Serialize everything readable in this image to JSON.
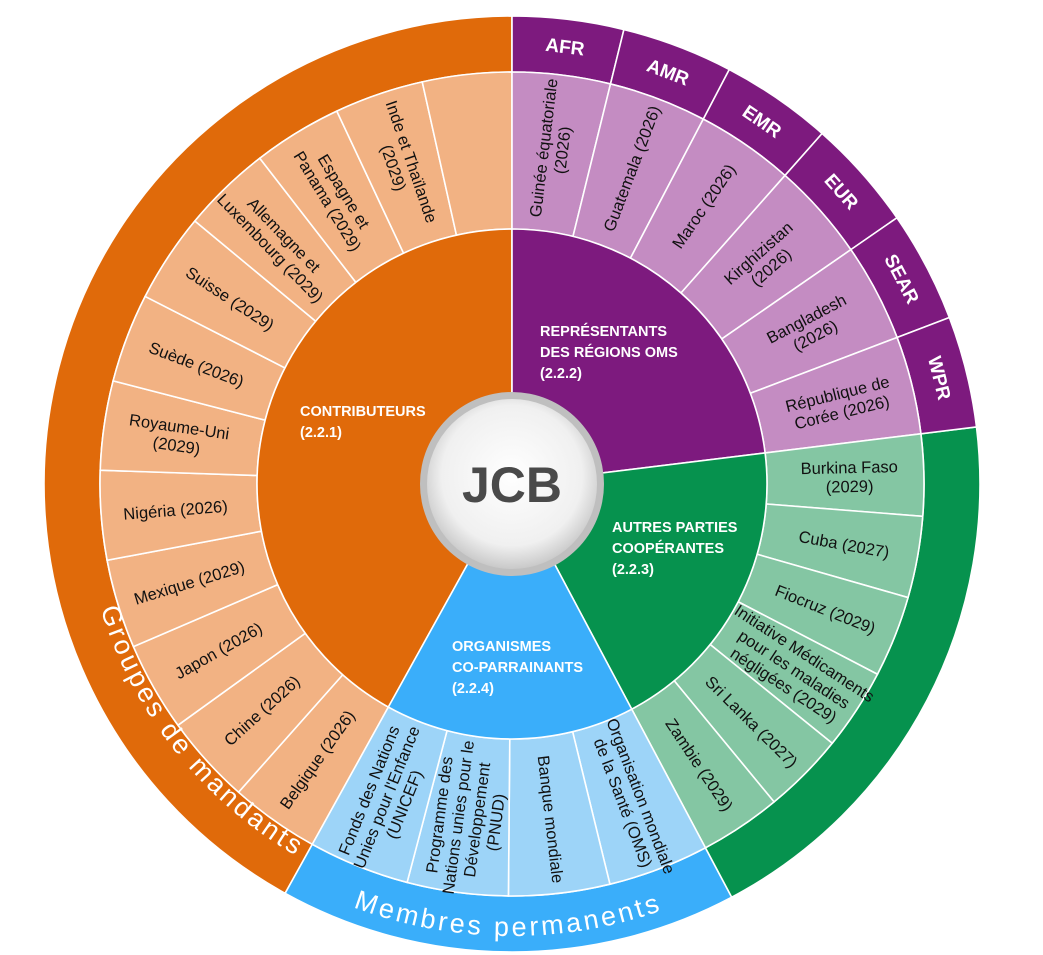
{
  "center": {
    "label": "JCB"
  },
  "colors": {
    "orange_dark": "#E06A0A",
    "orange_light": "#F2B283",
    "purple_dark": "#7D1A7E",
    "purple_light": "#C48CC2",
    "green_dark": "#06924E",
    "green_light": "#84C6A3",
    "blue_dark": "#3AAEFA",
    "blue_light": "#9DD4F8"
  },
  "outer_ring": {
    "groupes_de_mandants": "Groupes de mandants",
    "membres_permanents": "Membres permanents"
  },
  "groups": {
    "contributeurs": {
      "title": "CONTRIBUTEURS",
      "code": "(2.2.1)"
    },
    "regions": {
      "title_line1": "REPRÉSENTANTS",
      "title_line2": "DES RÉGIONS OMS",
      "code": "(2.2.2)"
    },
    "autres": {
      "title_line1": "AUTRES PARTIES",
      "title_line2": "COOPÉRANTES",
      "code": "(2.2.3)"
    },
    "organismes": {
      "title_line1": "ORGANISMES",
      "title_line2": "CO-PARRAINANTS",
      "code": "(2.2.4)"
    }
  },
  "contributeurs": [
    {
      "lines": [
        "Belgique (2026)"
      ]
    },
    {
      "lines": [
        "Chine (2026)"
      ]
    },
    {
      "lines": [
        "Japon (2026)"
      ]
    },
    {
      "lines": [
        "Mexique (2029)"
      ]
    },
    {
      "lines": [
        "Nigéria (2026)"
      ]
    },
    {
      "lines": [
        "Royaume-Uni",
        "(2029)"
      ]
    },
    {
      "lines": [
        "Suède (2026)"
      ]
    },
    {
      "lines": [
        "Suisse (2029)"
      ]
    },
    {
      "lines": [
        "Allemagne et",
        "Luxembourg (2029)"
      ]
    },
    {
      "lines": [
        "Espagne et",
        "Panama (2029)"
      ]
    },
    {
      "lines": [
        "Inde et Thaïlande",
        "(2029)"
      ]
    },
    {
      "lines": []
    }
  ],
  "regions": [
    {
      "code": "AFR",
      "lines": [
        "Guinée équatoriale",
        "(2026)"
      ]
    },
    {
      "code": "AMR",
      "lines": [
        "Guatemala (2026)"
      ]
    },
    {
      "code": "EMR",
      "lines": [
        "Maroc (2026)"
      ]
    },
    {
      "code": "EUR",
      "lines": [
        "Kirghizistan",
        "(2026)"
      ]
    },
    {
      "code": "SEAR",
      "lines": [
        "Bangladesh",
        "(2026)"
      ]
    },
    {
      "code": "WPR",
      "lines": [
        "République de",
        "Corée (2026)"
      ]
    }
  ],
  "autres": [
    {
      "lines": [
        "Burkina Faso",
        "(2029)"
      ]
    },
    {
      "lines": [
        "Cuba (2027)"
      ]
    },
    {
      "lines": [
        "Fiocruz (2029)"
      ]
    },
    {
      "lines": [
        "Initiative Médicaments",
        "pour les maladies",
        "négligées (2029)"
      ]
    },
    {
      "lines": [
        "Sri Lanka (2027)"
      ]
    },
    {
      "lines": [
        "Zambie (2029)"
      ]
    }
  ],
  "organismes": [
    {
      "lines": [
        "Organisation mondiale",
        "de la Santé (OMS)"
      ]
    },
    {
      "lines": [
        "Banque mondiale"
      ]
    },
    {
      "lines": [
        "Programme des",
        "Nations unies pour le",
        "Développement",
        "(PNUD)"
      ]
    },
    {
      "lines": [
        "Fonds des Nations",
        "Unies pour l'Enfance",
        "(UNICEF)"
      ]
    }
  ]
}
